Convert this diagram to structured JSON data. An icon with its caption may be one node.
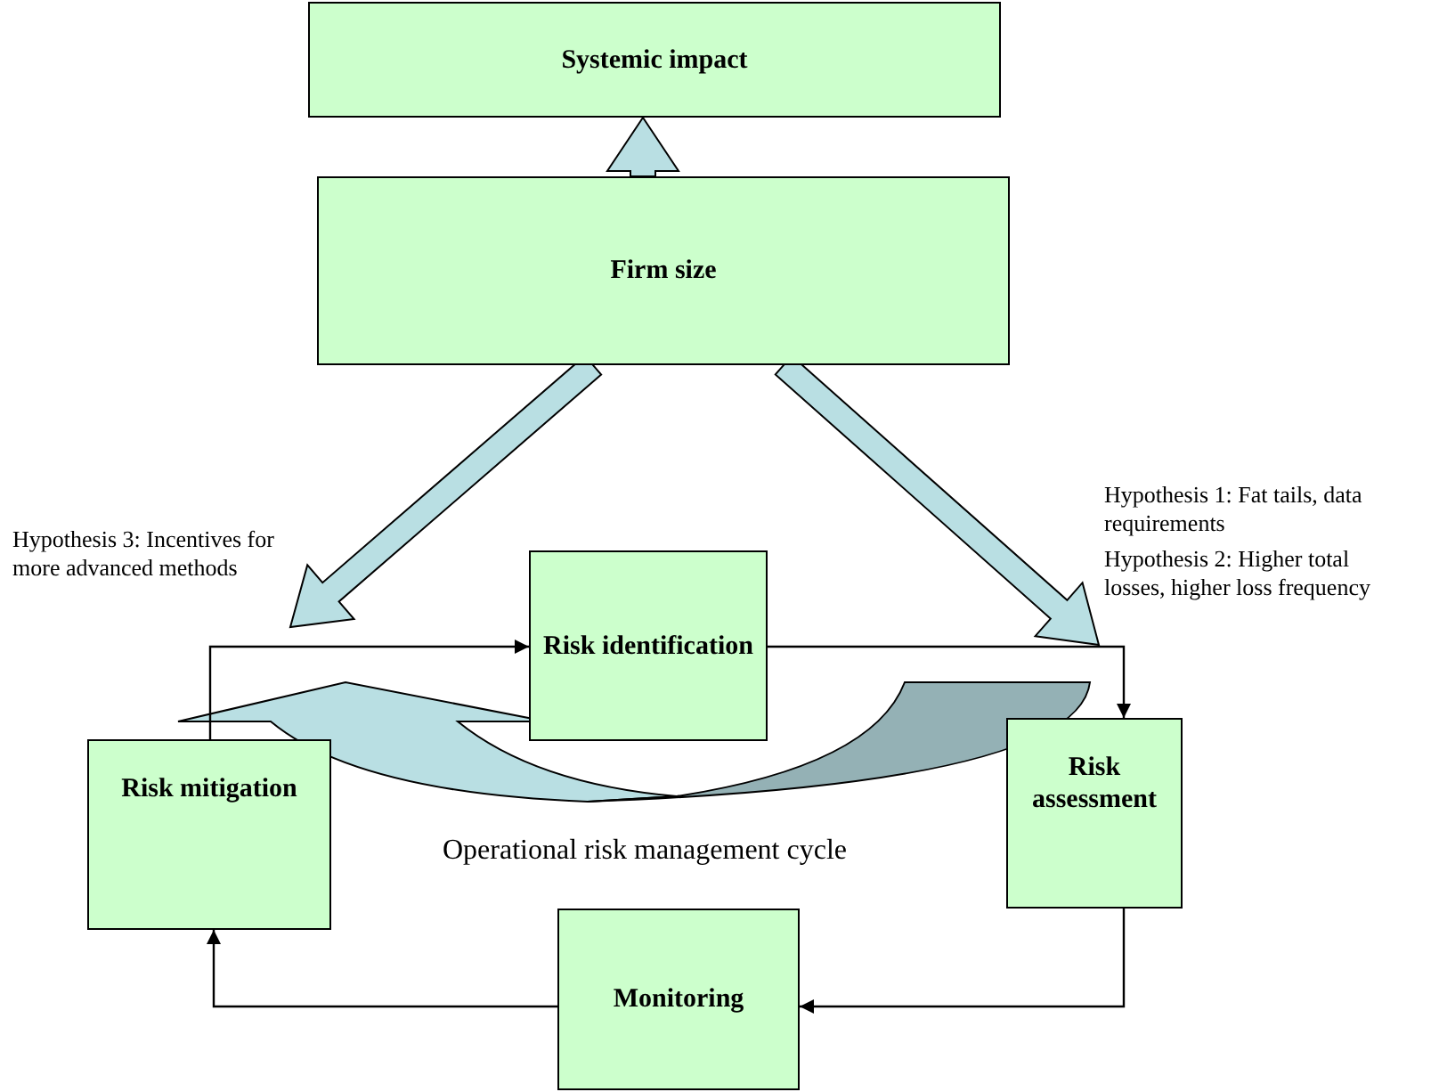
{
  "diagram": {
    "nodes": [
      {
        "text": [
          "Systemic impact"
        ]
      },
      {
        "text": [
          "Firm size"
        ]
      },
      {
        "text": [
          "Risk identification"
        ]
      },
      {
        "text": [
          "Risk mitigation"
        ]
      },
      {
        "text": [
          "Risk assessment"
        ]
      },
      {
        "text": [
          "Monitoring"
        ]
      }
    ],
    "edges": [
      {
        "from": 1,
        "to": 0,
        "arrow": "to",
        "style": "thick",
        "color": "#b9dfe3"
      },
      {
        "from": 1,
        "to": null,
        "arrow": "to",
        "style": "thick",
        "color": "#b9dfe3"
      },
      {
        "from": 1,
        "to": null,
        "arrow": "to",
        "style": "thick",
        "color": "#b9dfe3"
      },
      {
        "from": 3,
        "to": 2,
        "arrow": "to"
      },
      {
        "from": 2,
        "to": 4,
        "arrow": "to"
      },
      {
        "from": 4,
        "to": 5,
        "arrow": "to"
      },
      {
        "from": 5,
        "to": 3,
        "arrow": "to"
      }
    ],
    "labels": [
      "Hypothesis 1: Fat tails, data requirements",
      "Hypothesis 2: Higher total losses, higher loss frequency",
      "Hypothesis 3: Incentives for more advanced methods",
      "Operational risk management cycle"
    ]
  }
}
